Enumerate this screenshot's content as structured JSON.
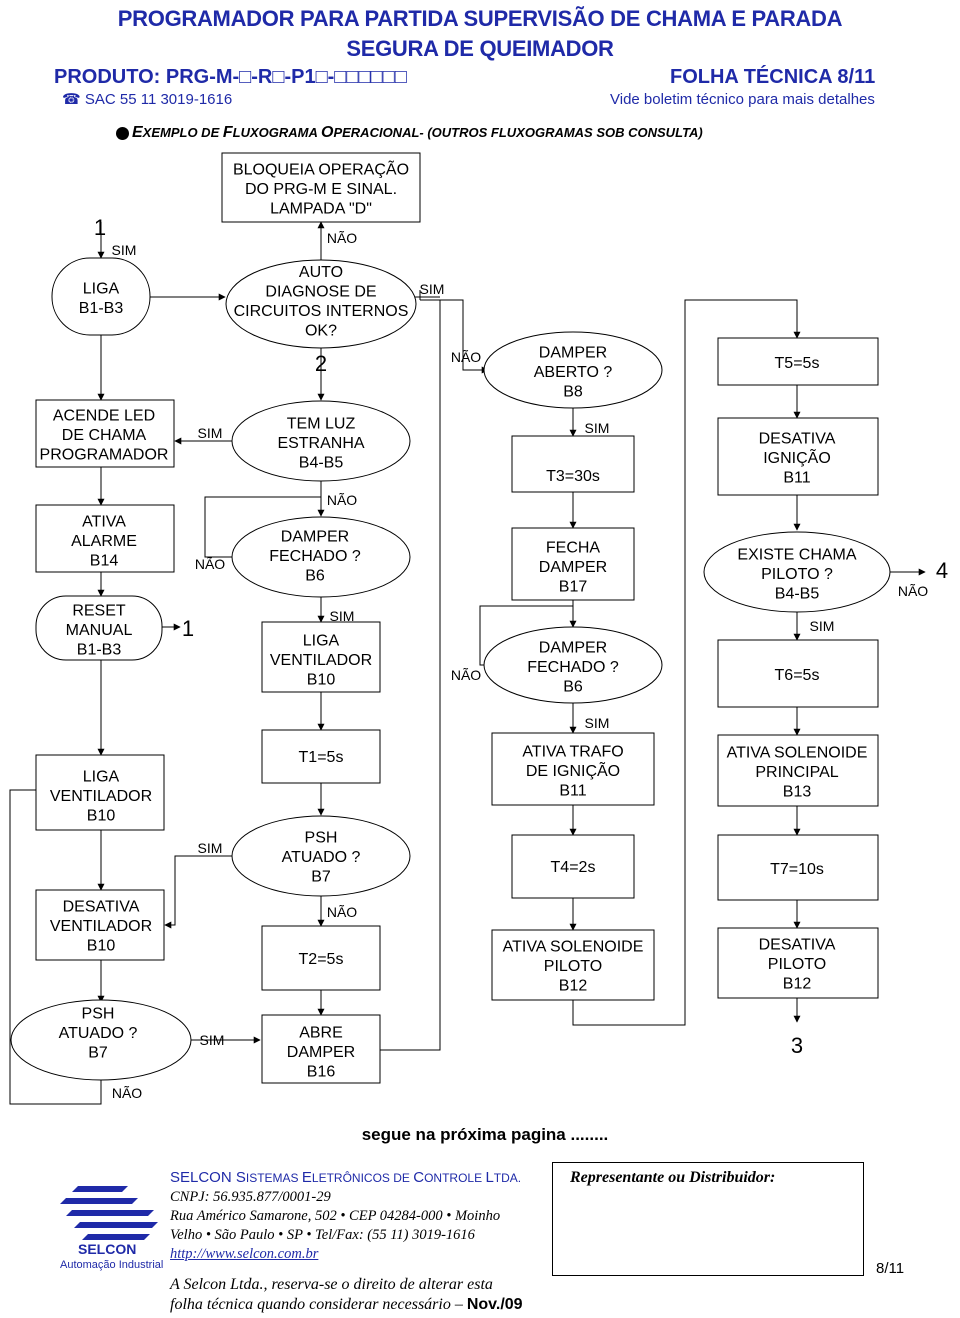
{
  "header": {
    "title_line1": "PROGRAMADOR PARA PARTIDA SUPERVISÃO DE CHAMA E PARADA",
    "title_line2": "SEGURA DE QUEIMADOR",
    "produto": "PRODUTO: PRG-M-□-R□-P1□-□□□□□□",
    "folha": "FOLHA TÉCNICA 8/11",
    "sac": "SAC 55 11 3019-1616",
    "vide": "Vide boletim técnico para mais detalhes",
    "phone_icon": "phone-icon"
  },
  "section": {
    "title_pre": "E",
    "title_rest": "XEMPLO DE ",
    "title_f": "F",
    "title_luxo": "LUXOGRAMA ",
    "title_o": "O",
    "title_per": "PERACIONAL",
    "title_paren": "- (OUTROS FLUXOGRAMAS SOB CONSULTA)"
  },
  "flow": {
    "connector_1_top": "1",
    "connector_1_mid": "1",
    "connector_2": "2",
    "connector_3": "3",
    "connector_4": "4",
    "liga_b1b3": [
      "LIGA",
      "B1-B3"
    ],
    "acende_led": [
      "ACENDE LED",
      "DE CHAMA",
      "PROGRAMADOR"
    ],
    "ativa_alarme": [
      "ATIVA",
      "ALARME",
      "B14"
    ],
    "reset_manual": [
      "RESET",
      "MANUAL",
      "B1-B3"
    ],
    "liga_vent_left": [
      "LIGA",
      "VENTILADOR",
      "B10"
    ],
    "desativa_vent": [
      "DESATIVA",
      "VENTILADOR",
      "B10"
    ],
    "psh_left": [
      "PSH",
      "ATUADO ?",
      "B7"
    ],
    "bloqueia": [
      "BLOQUEIA OPERAÇÃO",
      "DO PRG-M E SINAL.",
      "LAMPADA \"D\""
    ],
    "auto_diag": [
      "AUTO",
      "DIAGNOSE DE",
      "CIRCUITOS INTERNOS",
      "OK?"
    ],
    "tem_luz": [
      "TEM LUZ",
      "ESTRANHA",
      "B4-B5"
    ],
    "damper_fechado_1": [
      "DAMPER",
      "FECHADO ?",
      "B6"
    ],
    "liga_vent_mid": [
      "LIGA",
      "VENTILADOR",
      "B10"
    ],
    "t1": "T1=5s",
    "psh_mid": [
      "PSH",
      "ATUADO ?",
      "B7"
    ],
    "t2": "T2=5s",
    "abre_damper": [
      "ABRE",
      "DAMPER",
      "B16"
    ],
    "damper_aberto": [
      "DAMPER",
      "ABERTO ?",
      "B8"
    ],
    "t3": "T3=30s",
    "fecha_damper": [
      "FECHA",
      "DAMPER",
      "B17"
    ],
    "damper_fechado_2": [
      "DAMPER",
      "FECHADO ?",
      "B6"
    ],
    "ativa_trafo": [
      "ATIVA TRAFO",
      "DE IGNIÇÃO",
      "B11"
    ],
    "t4": "T4=2s",
    "ativa_sol_piloto": [
      "ATIVA SOLENOIDE",
      "PILOTO",
      "B12"
    ],
    "t5": "T5=5s",
    "desativa_ignicao": [
      "DESATIVA",
      "IGNIÇÃO",
      "B11"
    ],
    "existe_chama": [
      "EXISTE CHAMA",
      "PILOTO ?",
      "B4-B5"
    ],
    "t6": "T6=5s",
    "ativa_sol_principal": [
      "ATIVA SOLENOIDE",
      "PRINCIPAL",
      "B13"
    ],
    "t7": "T7=10s",
    "desativa_piloto": [
      "DESATIVA",
      "PILOTO",
      "B12"
    ],
    "sim": "SIM",
    "nao": "NÃO",
    "segue": "segue na próxima pagina ........"
  },
  "footer": {
    "company_a": "SELCON S",
    "company_b": "ISTEMAS ",
    "company_c": "E",
    "company_d": "LETRÔNICOS DE ",
    "company_e": "C",
    "company_f": "ONTROLE ",
    "company_g": "L",
    "company_h": "TDA.",
    "cnpj": "CNPJ: 56.935.877/0001-29",
    "address1": "Rua Américo Samarone, 502 • CEP 04284-000 • Moinho",
    "address2": "Velho •  São Paulo • SP • Tel/Fax: (55 11) 3019-1616",
    "url": "http://www.selcon.com.br",
    "reserva1": "A Selcon Ltda., reserva-se o direito de alterar esta",
    "reserva2": "folha técnica quando considerar necessário – ",
    "date": "Nov./09",
    "rep_title": "Representante ou Distribuidor:",
    "logo_name": "SELCON",
    "logo_sub": "Automação Industrial",
    "page": "8/11"
  },
  "colors": {
    "header_blue": "#1f2aa8"
  }
}
